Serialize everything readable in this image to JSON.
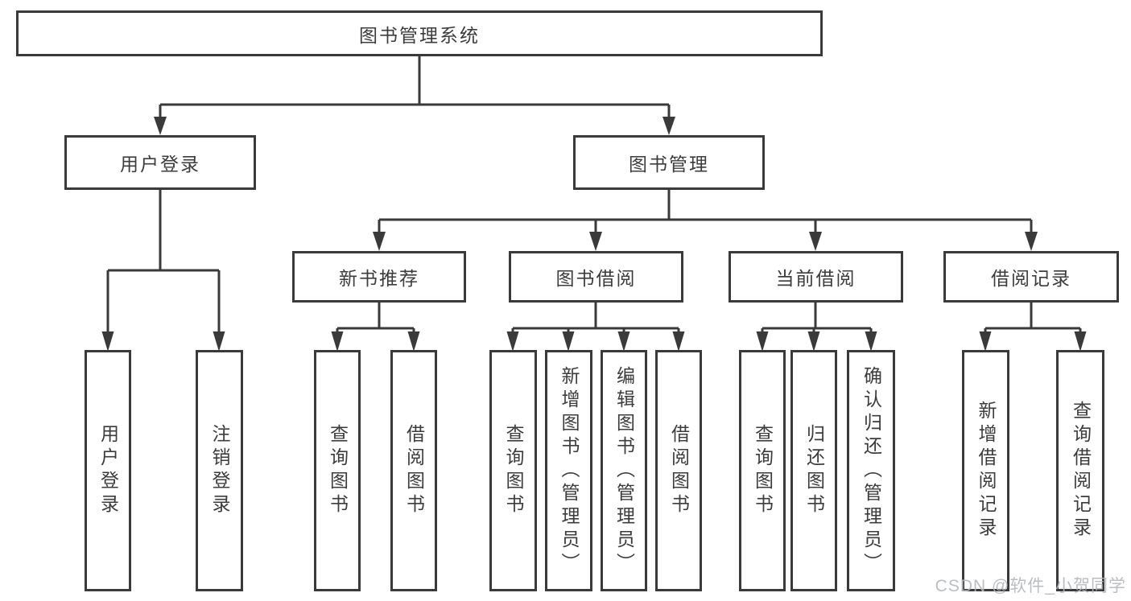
{
  "tree": {
    "root": {
      "label": "图书管理系统"
    },
    "children": [
      {
        "label": "用户登录",
        "children": [
          {
            "label": "用户登录"
          },
          {
            "label": "注销登录"
          }
        ]
      },
      {
        "label": "图书管理",
        "children": [
          {
            "label": "新书推荐",
            "children": [
              {
                "label": "查询图书"
              },
              {
                "label": "借阅图书"
              }
            ]
          },
          {
            "label": "图书借阅",
            "children": [
              {
                "label": "查询图书"
              },
              {
                "label": "新增图书（管理员）"
              },
              {
                "label": "编辑图书（管理员）"
              },
              {
                "label": "借阅图书"
              }
            ]
          },
          {
            "label": "当前借阅",
            "children": [
              {
                "label": "查询图书"
              },
              {
                "label": "归还图书"
              },
              {
                "label": "确认归还（管理员）"
              }
            ]
          },
          {
            "label": "借阅记录",
            "children": [
              {
                "label": "新增借阅记录"
              },
              {
                "label": "查询借阅记录"
              }
            ]
          }
        ]
      }
    ]
  },
  "watermark": {
    "text": "CSDN @软件_小贺同学",
    "color": "#b4b7bb"
  },
  "colors": {
    "line": "#3a3a3a",
    "box_border": "#3a3a3a",
    "text": "#3c3c3c",
    "background": "#ffffff"
  }
}
